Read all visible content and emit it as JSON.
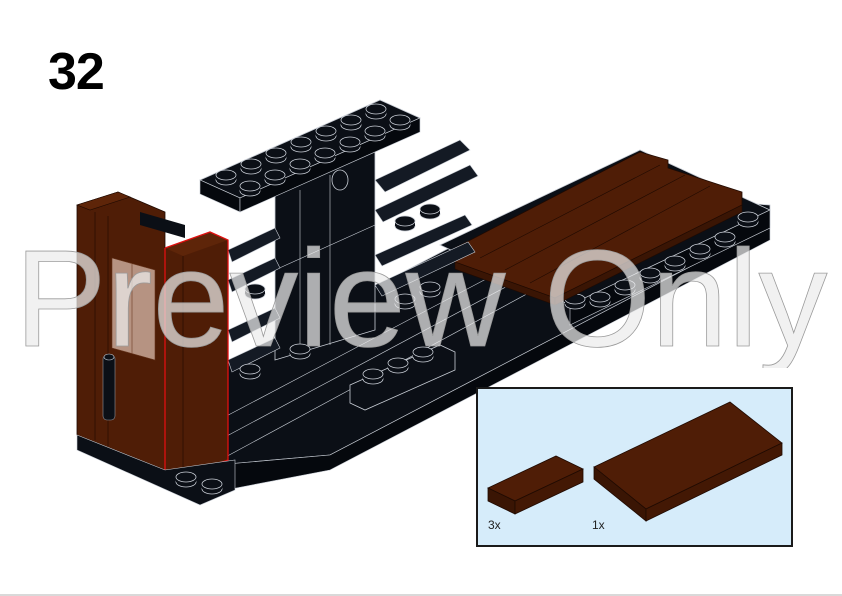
{
  "step": {
    "number": "32"
  },
  "parts_callout": {
    "items": [
      {
        "name": "tile-1x2-reddish-brown",
        "count": "3x",
        "color": "#4f1d06"
      },
      {
        "name": "tile-2x4-reddish-brown",
        "count": "1x",
        "color": "#4f1d06"
      }
    ],
    "background": "#d6ecfa",
    "border": "#1a1a1a"
  },
  "watermark": {
    "text": "Preview Only"
  },
  "colors": {
    "brick_black": "#0b0f16",
    "brick_brown": "#4f1d06",
    "highlight_red": "#e01010",
    "outline": "#cfd3da"
  }
}
